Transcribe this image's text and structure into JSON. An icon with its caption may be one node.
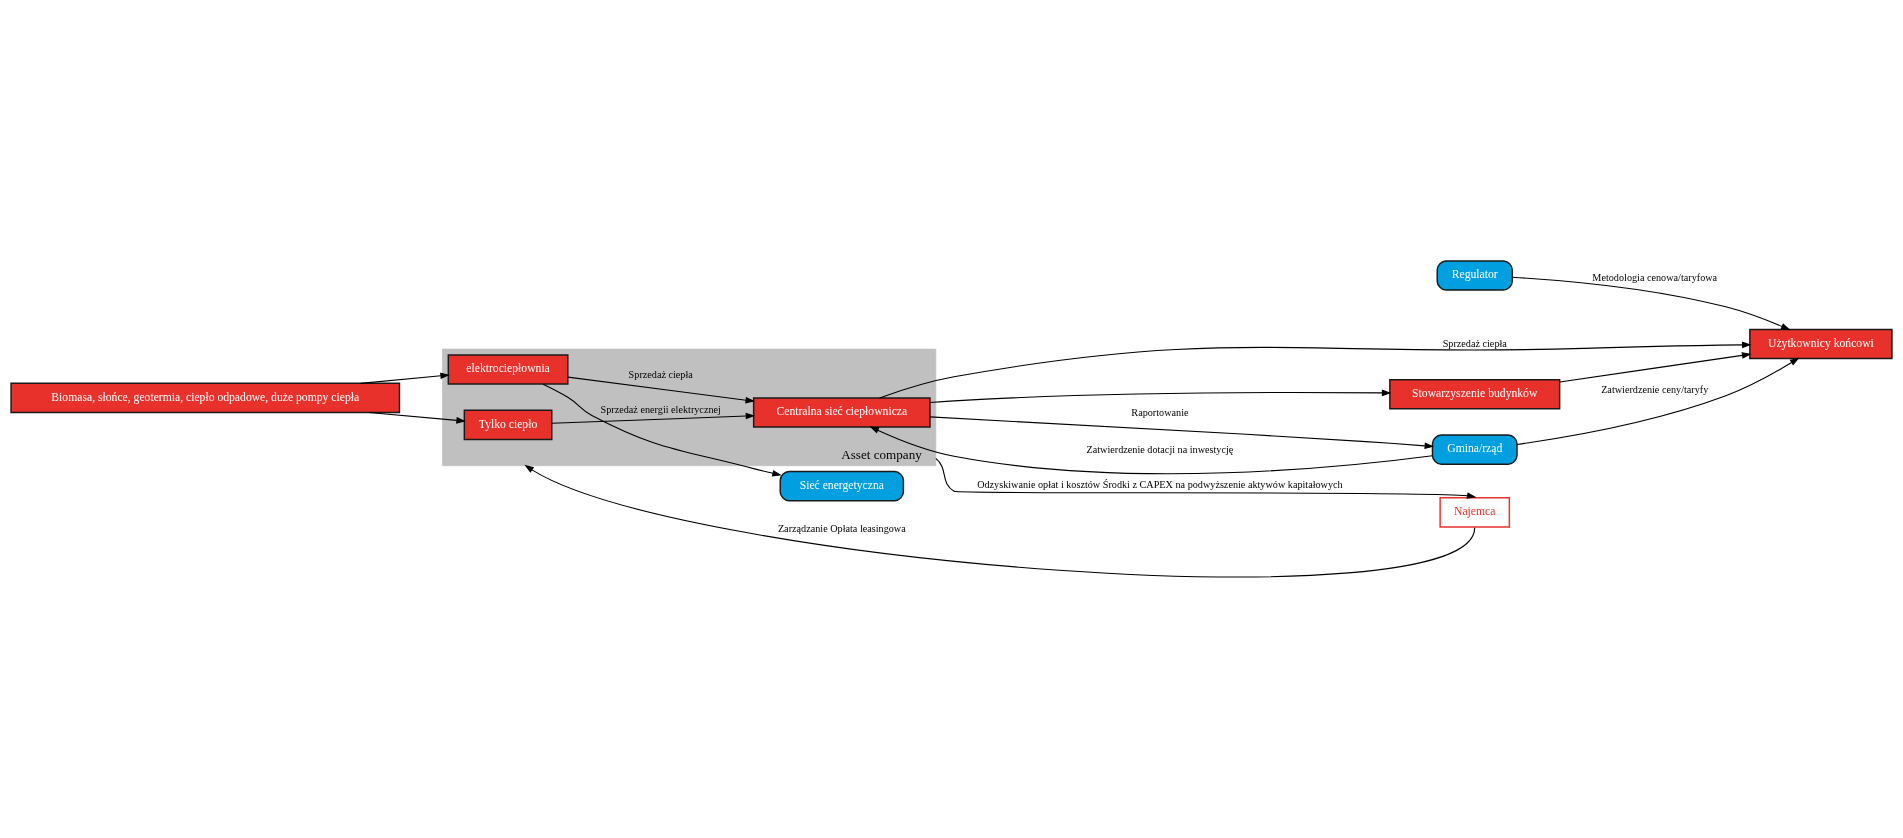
{
  "diagram": {
    "nodes": [
      {
        "text": [
          "Sieć energetyczna"
        ]
      },
      {
        "text": [
          "Gmina/rząd"
        ]
      },
      {
        "text": [
          "Regulator"
        ]
      },
      {
        "text": [
          "Biomasa, słońce, geotermia, ciepło odpadowe, duże pompy ciepła"
        ]
      },
      {
        "text": [
          "Asset company"
        ]
      },
      {
        "text": [
          "elektrociepłownia"
        ],
        "in": 4
      },
      {
        "text": [
          "Tylko ciepło"
        ],
        "in": 4
      },
      {
        "text": [
          "Centralna sieć ciepłownicza"
        ],
        "in": 4
      },
      {
        "text": [
          "Użytkownicy końcowi"
        ]
      },
      {
        "text": [
          "Stowarzyszenie budynków"
        ]
      },
      {
        "text": [
          "Najemca"
        ]
      }
    ],
    "edges": [
      {
        "from": 3,
        "to": 5,
        "arrow": "to"
      },
      {
        "from": 3,
        "to": 6,
        "arrow": "to"
      },
      {
        "from": 5,
        "to": 0,
        "arrow": "to",
        "label": "Sprzedaż energii elektrycznej"
      },
      {
        "from": 5,
        "to": 7,
        "arrow": "to",
        "label": "Sprzedaż ciepła"
      },
      {
        "from": 6,
        "to": 7,
        "arrow": "to"
      },
      {
        "from": 1,
        "to": 7,
        "arrow": "to",
        "label": "Zatwierdzenie dotacji na inwestycję"
      },
      {
        "from": 7,
        "to": 1,
        "arrow": "to",
        "label": "Raportowanie"
      },
      {
        "from": 1,
        "to": 8,
        "arrow": "to",
        "label": "Zatwierdzenie ceny/taryfy"
      },
      {
        "from": 2,
        "to": 8,
        "arrow": "to",
        "label": "Metodologia cenowa/taryfowa"
      },
      {
        "from": 7,
        "to": 8,
        "arrow": "to",
        "label": "Sprzedaż ciepła"
      },
      {
        "from": 7,
        "to": 9,
        "arrow": "to"
      },
      {
        "from": 9,
        "to": 8,
        "arrow": "to"
      },
      {
        "from": 4,
        "to": 10,
        "arrow": "to",
        "label": "Odzyskiwanie opłat i kosztów Środki z CAPEX na podwyższenie aktywów kapitałowych"
      },
      {
        "from": 10,
        "to": 4,
        "arrow": "to",
        "label": "Zarządzanie Opłata leasingowa"
      }
    ]
  }
}
